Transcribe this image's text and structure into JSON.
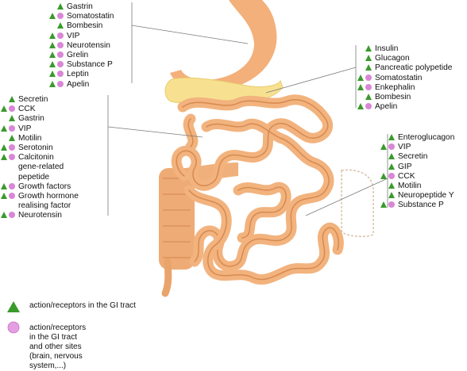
{
  "stomach_hormones": [
    {
      "label": "Gastrin",
      "gi": true,
      "other": false
    },
    {
      "label": "Somatostatin",
      "gi": true,
      "other": true
    },
    {
      "label": "Bombesin",
      "gi": true,
      "other": false
    },
    {
      "label": "VIP",
      "gi": true,
      "other": true
    },
    {
      "label": "Neurotensin",
      "gi": true,
      "other": true
    },
    {
      "label": "Grelin",
      "gi": true,
      "other": true
    },
    {
      "label": "Substance P",
      "gi": true,
      "other": true
    },
    {
      "label": "Leptin",
      "gi": true,
      "other": true
    },
    {
      "label": "Apelin",
      "gi": true,
      "other": true
    }
  ],
  "pancreas_hormones": [
    {
      "label": "Insulin",
      "gi": true,
      "other": false
    },
    {
      "label": "Glucagon",
      "gi": true,
      "other": false
    },
    {
      "label": "Pancreatic polypetide",
      "gi": true,
      "other": false
    },
    {
      "label": "Somatostatin",
      "gi": true,
      "other": true
    },
    {
      "label": "Enkephalin",
      "gi": true,
      "other": true
    },
    {
      "label": "Bombesin",
      "gi": true,
      "other": false
    },
    {
      "label": "Apelin",
      "gi": true,
      "other": true
    }
  ],
  "small_intestine_hormones": [
    {
      "label": "Secretin",
      "gi": true,
      "other": false
    },
    {
      "label": "CCK",
      "gi": true,
      "other": true
    },
    {
      "label": "Gastrin",
      "gi": true,
      "other": false
    },
    {
      "label": "VIP",
      "gi": true,
      "other": true
    },
    {
      "label": "Motilin",
      "gi": true,
      "other": false
    },
    {
      "label": "Serotonin",
      "gi": true,
      "other": true
    },
    {
      "label": "Calcitonin\ngene-related\npepetide",
      "gi": true,
      "other": true
    },
    {
      "label": "Growth factors",
      "gi": true,
      "other": true
    },
    {
      "label": "Growth hormone\nrealising factor",
      "gi": true,
      "other": true
    },
    {
      "label": "Neurotensin",
      "gi": true,
      "other": true
    }
  ],
  "large_intestine_hormones": [
    {
      "label": "Enteroglucagon",
      "gi": true,
      "other": false
    },
    {
      "label": "VIP",
      "gi": true,
      "other": true
    },
    {
      "label": "Secretin",
      "gi": true,
      "other": false
    },
    {
      "label": "GIP",
      "gi": true,
      "other": false
    },
    {
      "label": "CCK",
      "gi": true,
      "other": true
    },
    {
      "label": "Motilin",
      "gi": true,
      "other": false
    },
    {
      "label": "Neuropeptide Y",
      "gi": true,
      "other": false
    },
    {
      "label": "Substance P",
      "gi": true,
      "other": true
    }
  ],
  "legend": {
    "gi_label": "action/receptors in the GI tract",
    "other_label": "action/receptors in the GI tract\nand other sites (brain, nervous\nsystem,...)"
  },
  "colors": {
    "triangle": "#3a9a2c",
    "dot": "#d987d6",
    "organ": "#f2b37e",
    "pancreas": "#f7e190"
  }
}
